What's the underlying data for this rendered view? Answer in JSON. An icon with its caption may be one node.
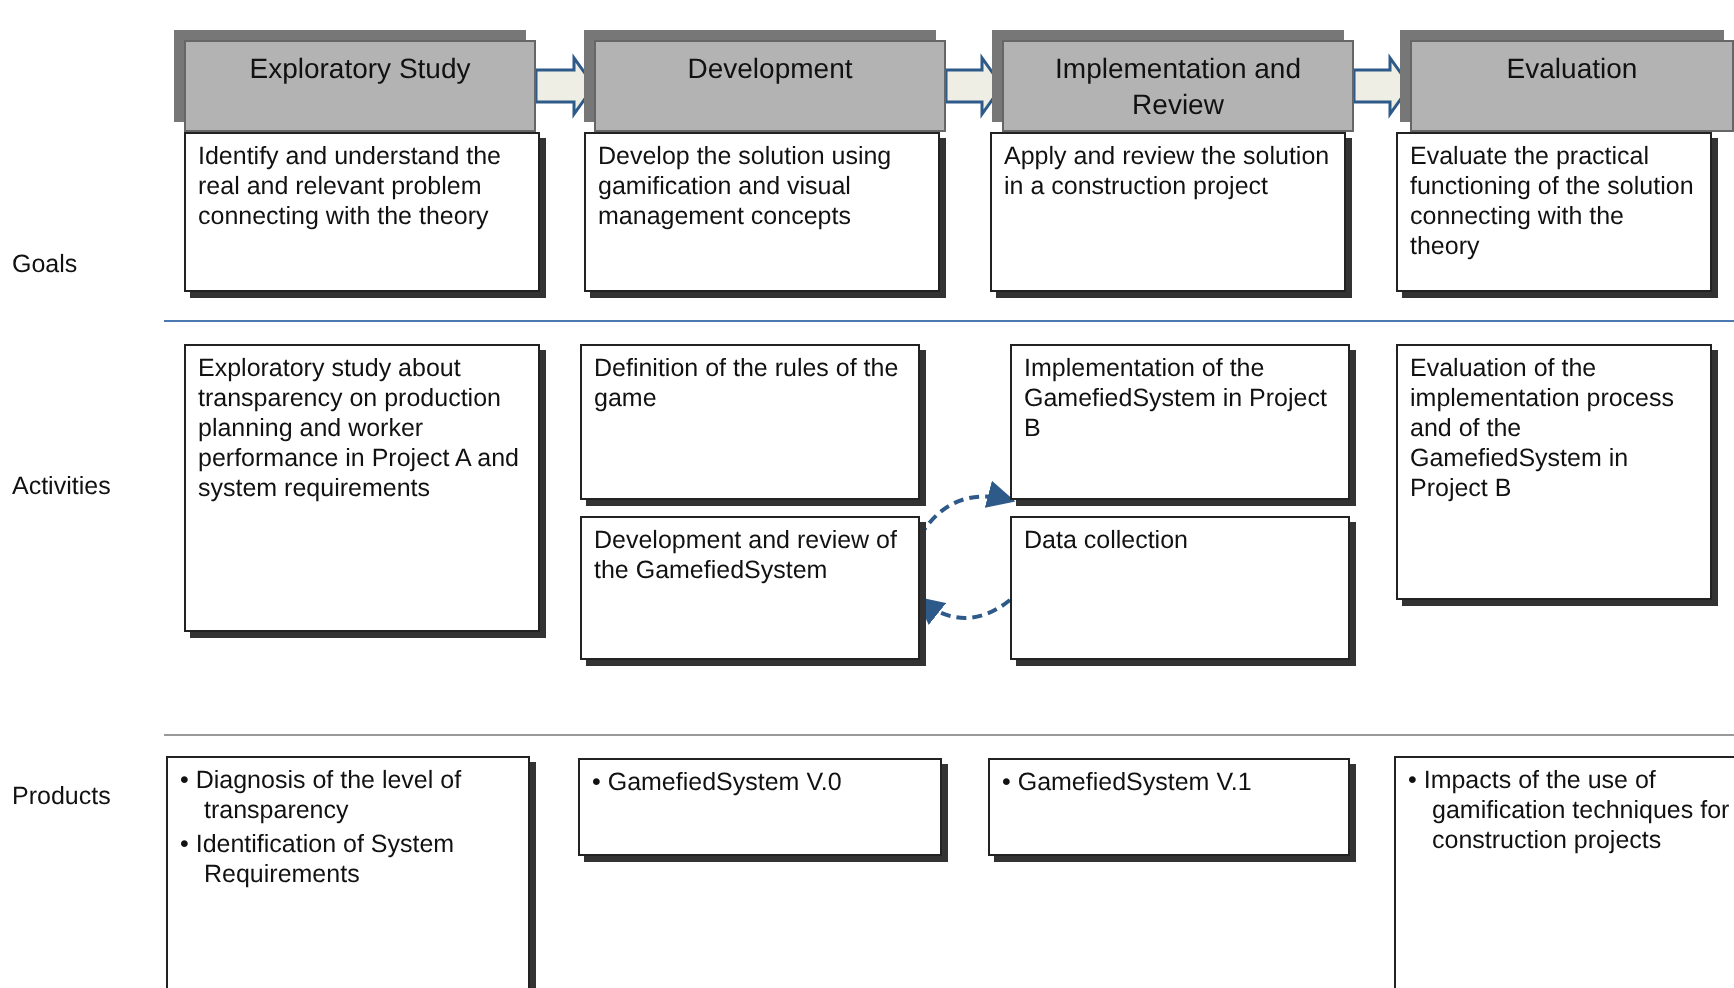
{
  "diagram": {
    "nodes": [
      {
        "text": [
          "Exploratory Study"
        ]
      },
      {
        "text": [
          "Development"
        ]
      },
      {
        "text": [
          "Implementation and Review"
        ]
      },
      {
        "text": [
          "Evaluation"
        ]
      },
      {
        "text": [
          "Identify and understand the real and relevant problem connecting with the theory"
        ]
      },
      {
        "text": [
          "Develop the solution using gamification and visual management concepts"
        ]
      },
      {
        "text": [
          "Apply and review the solution in a construction project"
        ]
      },
      {
        "text": [
          "Evaluate the practical functioning of the solution connecting with the theory"
        ]
      },
      {
        "text": [
          "Exploratory study about transparency on production planning and worker performance in Project A and system requirements"
        ]
      },
      {
        "text": [
          "Definition of the rules of the game"
        ]
      },
      {
        "text": [
          "Development and review of the GamefiedSystem"
        ]
      },
      {
        "text": [
          "Implementation of the GamefiedSystem in Project B"
        ]
      },
      {
        "text": [
          "Data collection"
        ]
      },
      {
        "text": [
          "Evaluation of the implementation process and of the GamefiedSystem in Project B"
        ]
      },
      {
        "text": [
          "• Diagnosis of the level of transparency",
          "• Identification of System Requirements"
        ]
      },
      {
        "text": [
          "• GamefiedSystem V.0"
        ]
      },
      {
        "text": [
          "• GamefiedSystem V.1"
        ]
      },
      {
        "text": [
          "• Impacts of the use of gamification techniques for construction projects"
        ]
      }
    ],
    "edges": [
      {
        "from": 0,
        "to": 1,
        "arrow": "to"
      },
      {
        "from": 1,
        "to": 2,
        "arrow": "to"
      },
      {
        "from": 2,
        "to": 3,
        "arrow": "to"
      },
      {
        "from": 10,
        "to": 11,
        "arrow": "to",
        "style": "dashed",
        "color": "#2e5a8a"
      },
      {
        "from": 12,
        "to": 10,
        "arrow": "to",
        "style": "dashed",
        "color": "#2e5a8a"
      }
    ],
    "labels": [
      "Goals",
      "Activities",
      "Products"
    ]
  }
}
